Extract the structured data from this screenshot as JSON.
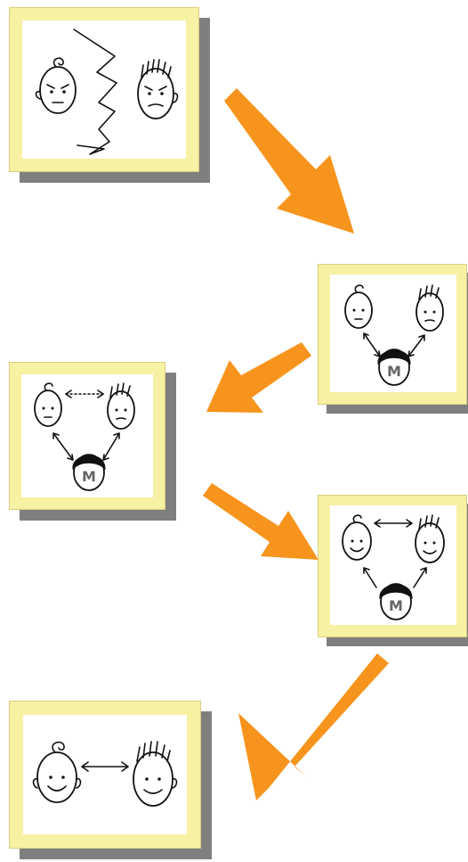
{
  "diagram": {
    "panels": [
      {
        "id": "conflict",
        "figures": [
          "baby-face",
          "spiky-hair-face"
        ],
        "connector": "zigzag-lightning"
      },
      {
        "id": "mediator-enters",
        "figures": [
          "baby-face",
          "spiky-hair-face",
          "mediator-face"
        ],
        "mediator_letter": "M"
      },
      {
        "id": "dotted-link",
        "figures": [
          "baby-face",
          "spiky-hair-face",
          "mediator-face"
        ],
        "mediator_letter": "M"
      },
      {
        "id": "direct-link",
        "figures": [
          "baby-face",
          "spiky-hair-face",
          "mediator-face"
        ],
        "mediator_letter": "M"
      },
      {
        "id": "resolved",
        "figures": [
          "baby-face",
          "spiky-hair-face"
        ],
        "connector": "double-arrow"
      }
    ],
    "colors": {
      "arrow": "#f7941d",
      "frame": "#f7f1a4",
      "shadow": "#7f7f7f",
      "ink": "#111111"
    },
    "icons": [
      "arrow-right-down",
      "arrow-left-down",
      "arrow-right-down",
      "arrow-left-down"
    ]
  }
}
